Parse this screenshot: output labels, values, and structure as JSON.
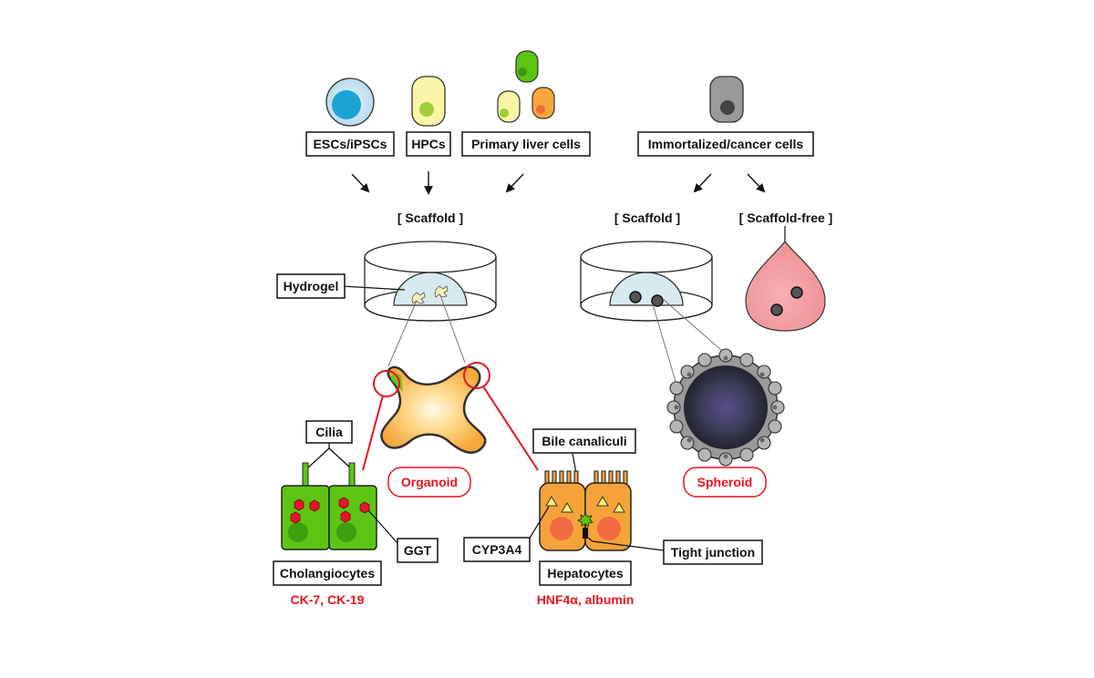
{
  "sources": {
    "escs": "ESCs/iPSCs",
    "hpcs": "HPCs",
    "primary": "Primary liver cells",
    "immortalized": "Immortalized/cancer cells"
  },
  "culture": {
    "scaffold_left": "[ Scaffold ]",
    "scaffold_right": "[ Scaffold ]",
    "scaffold_free": "[ Scaffold-free ]",
    "hydrogel": "Hydrogel"
  },
  "structures": {
    "organoid": "Organoid",
    "spheroid": "Spheroid"
  },
  "cholangiocytes": {
    "cilia": "Cilia",
    "ggt": "GGT",
    "name": "Cholangiocytes",
    "markers": "CK-7, CK-19"
  },
  "hepatocytes": {
    "bile": "Bile canaliculi",
    "cyp": "CYP3A4",
    "tight": "Tight junction",
    "name": "Hepatocytes",
    "markers": "HNF4α, albumin"
  },
  "colors": {
    "accent_red": "#e8141e",
    "cholangiocyte_green": "#5cc514",
    "hepatocyte_orange": "#f5a23a",
    "hydrogel_blue": "#d7eaf0",
    "droplet_pink": "#f4a3a8"
  }
}
